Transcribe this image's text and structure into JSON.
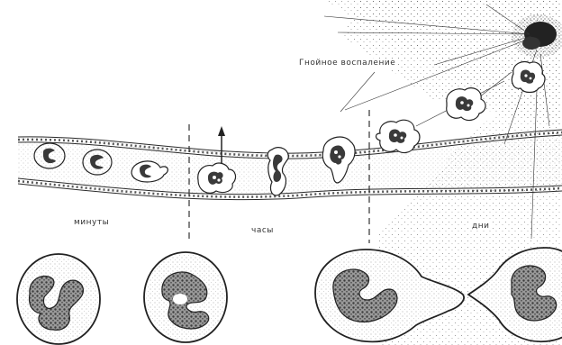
{
  "labels": {
    "inflammation": "Гнойное воспаление",
    "minutes": "минуты",
    "hours": "часы",
    "days": "дни"
  },
  "colors": {
    "ink": "#2a2a2a",
    "stipple": "#555555",
    "background": "#ffffff"
  }
}
